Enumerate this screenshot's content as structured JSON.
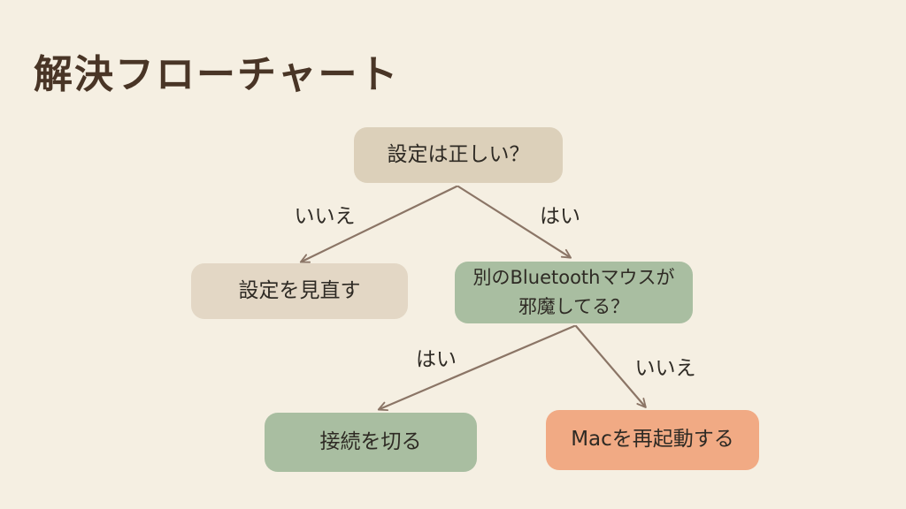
{
  "slide": {
    "title": "解決フローチャート"
  },
  "flowchart": {
    "nodes": [
      {
        "id": "check-settings",
        "label": "設定は正しい？",
        "type": "question",
        "color": "#dcd0ba"
      },
      {
        "id": "review-settings",
        "label": "設定を見直す",
        "type": "action",
        "color": "#e3d7c5"
      },
      {
        "id": "other-mouse",
        "label": "別のBluetoothマウスが",
        "label2": "邪魔してる？",
        "type": "question",
        "color": "#a9bea1"
      },
      {
        "id": "disconnect",
        "label": "接続を切る",
        "type": "action",
        "color": "#a9bea1"
      },
      {
        "id": "restart-mac",
        "label": "Macを再起動する",
        "type": "action",
        "color": "#f1aa84"
      }
    ],
    "edges": [
      {
        "from": "check-settings",
        "to": "review-settings",
        "label": "いいえ"
      },
      {
        "from": "check-settings",
        "to": "other-mouse",
        "label": "はい"
      },
      {
        "from": "other-mouse",
        "to": "disconnect",
        "label": "はい"
      },
      {
        "from": "other-mouse",
        "to": "restart-mac",
        "label": "いいえ"
      }
    ]
  },
  "colors": {
    "background": "#f5efe2",
    "node_tan": "#dcd0ba",
    "node_tan_light": "#e3d7c5",
    "node_green": "#a9bea1",
    "node_salmon": "#f1aa84",
    "arrow": "#8b7566",
    "text": "#2e2a24",
    "title": "#493526"
  }
}
